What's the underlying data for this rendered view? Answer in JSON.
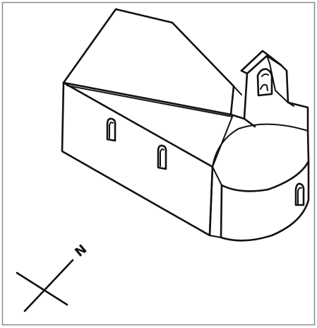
{
  "illustration": {
    "subject": "church",
    "style": "line-drawing",
    "ink_color": "#111111",
    "paper_color": "#ffffff",
    "border_color": "#8a8a8a"
  },
  "compass": {
    "north_label": "N"
  }
}
